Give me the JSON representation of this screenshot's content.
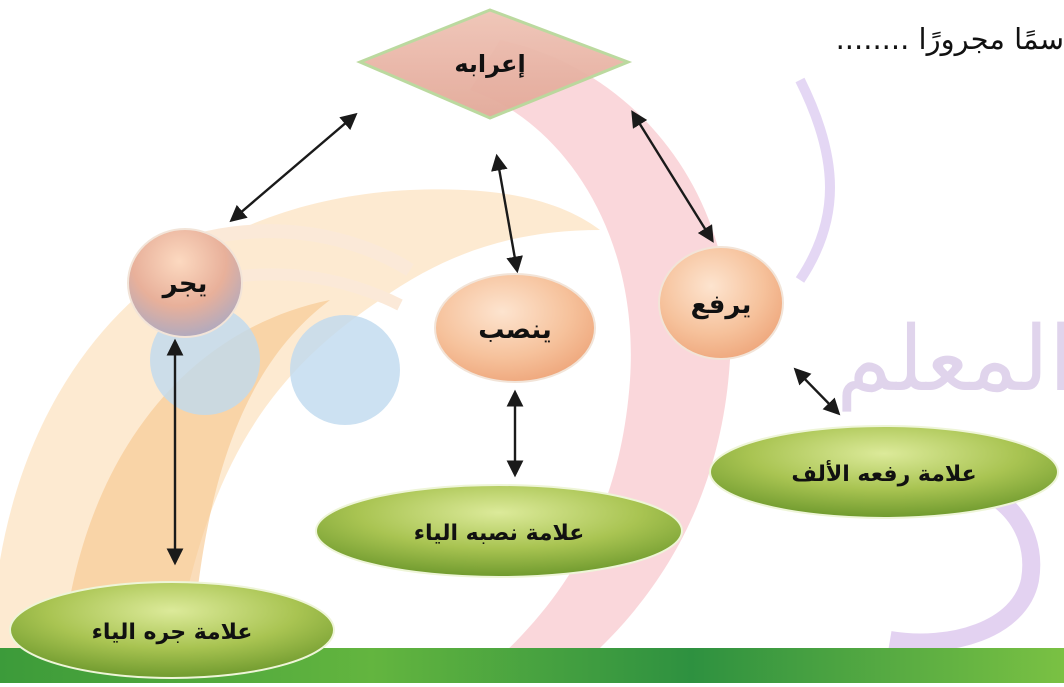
{
  "heading": {
    "text": "سمًا مجرورًا ........"
  },
  "nodes": {
    "root": {
      "label": "إعرابه"
    },
    "jarr": {
      "label": "يجر"
    },
    "nasb": {
      "label": "ينصب"
    },
    "raf": {
      "label": "يرفع"
    },
    "jarr_sign": {
      "label": "علامة جره الياء"
    },
    "nasb_sign": {
      "label": "علامة نصبه الياء"
    },
    "raf_sign": {
      "label": "علامة رفعه الألف"
    }
  },
  "watermark": {
    "text": "المعلم"
  },
  "colors": {
    "diamond_fill": "#e8b5a8",
    "diamond_border": "#b8d89a",
    "circle_fill": "#f6c29c",
    "circle_border": "#f2e4d8",
    "oval_fill": "#9fc04a",
    "oval_dark": "#6f9a2e",
    "arrow": "#1a1a1a",
    "footer_green": "#2f9a3c"
  }
}
